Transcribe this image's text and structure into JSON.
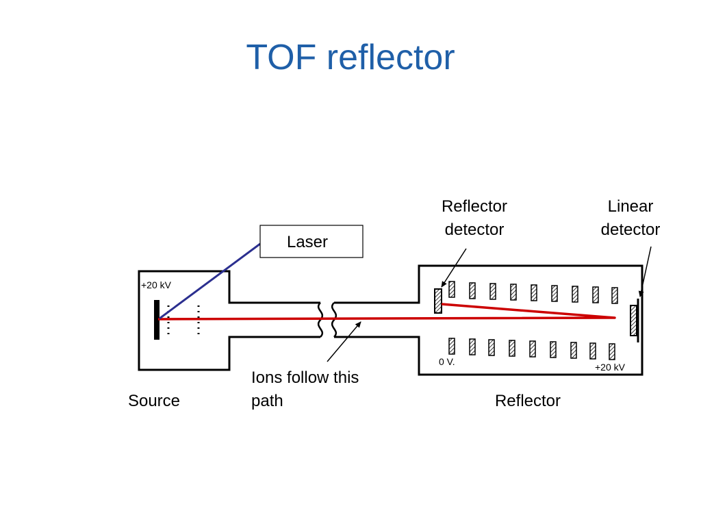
{
  "title": "TOF reflector",
  "labels": {
    "laser": "Laser",
    "source_voltage": "+20 kV",
    "reflector_detector_line1": "Reflector",
    "reflector_detector_line2": "detector",
    "linear_detector_line1": "Linear",
    "linear_detector_line2": "detector",
    "reflector_entry_voltage": "0 V.",
    "reflector_end_voltage": "+20 kV",
    "ions_line1": "Ions follow this",
    "ions_line2": "path",
    "source": "Source",
    "reflector": "Reflector"
  },
  "colors": {
    "title": "#1f5fa8",
    "ion_path": "#cc0000",
    "laser_beam": "#2b2f8f",
    "outline": "#000000"
  }
}
